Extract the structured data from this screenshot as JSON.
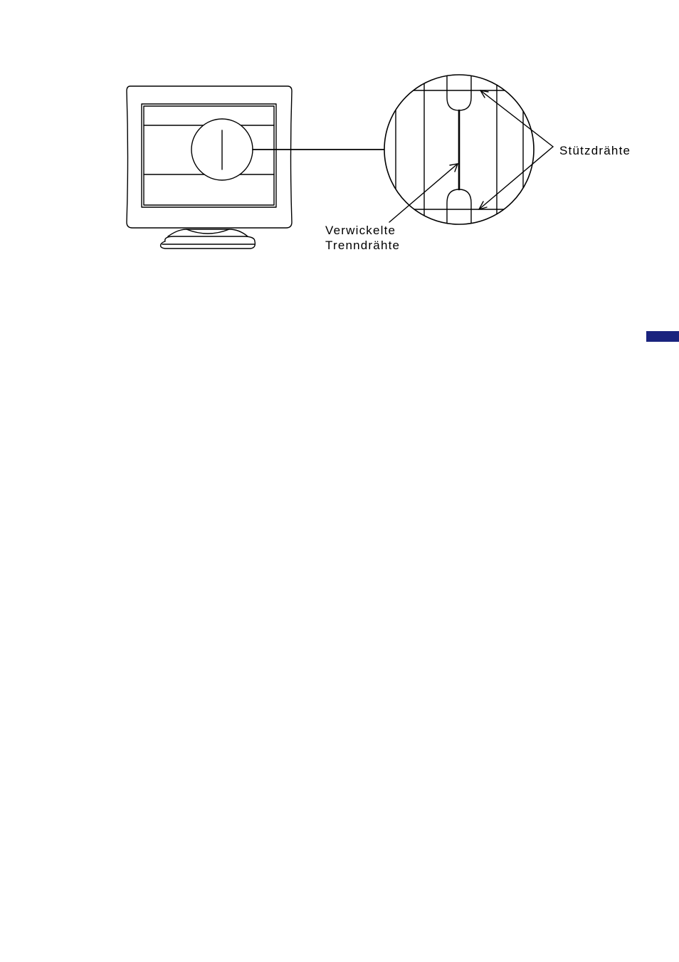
{
  "labels": {
    "support_wires": "Stützdrähte",
    "tangled_line1": "Verwickelte",
    "tangled_line2": "Trenndrähte"
  },
  "colors": {
    "line": "#000000",
    "edge_tab": "#1a237e",
    "background": "#ffffff"
  }
}
